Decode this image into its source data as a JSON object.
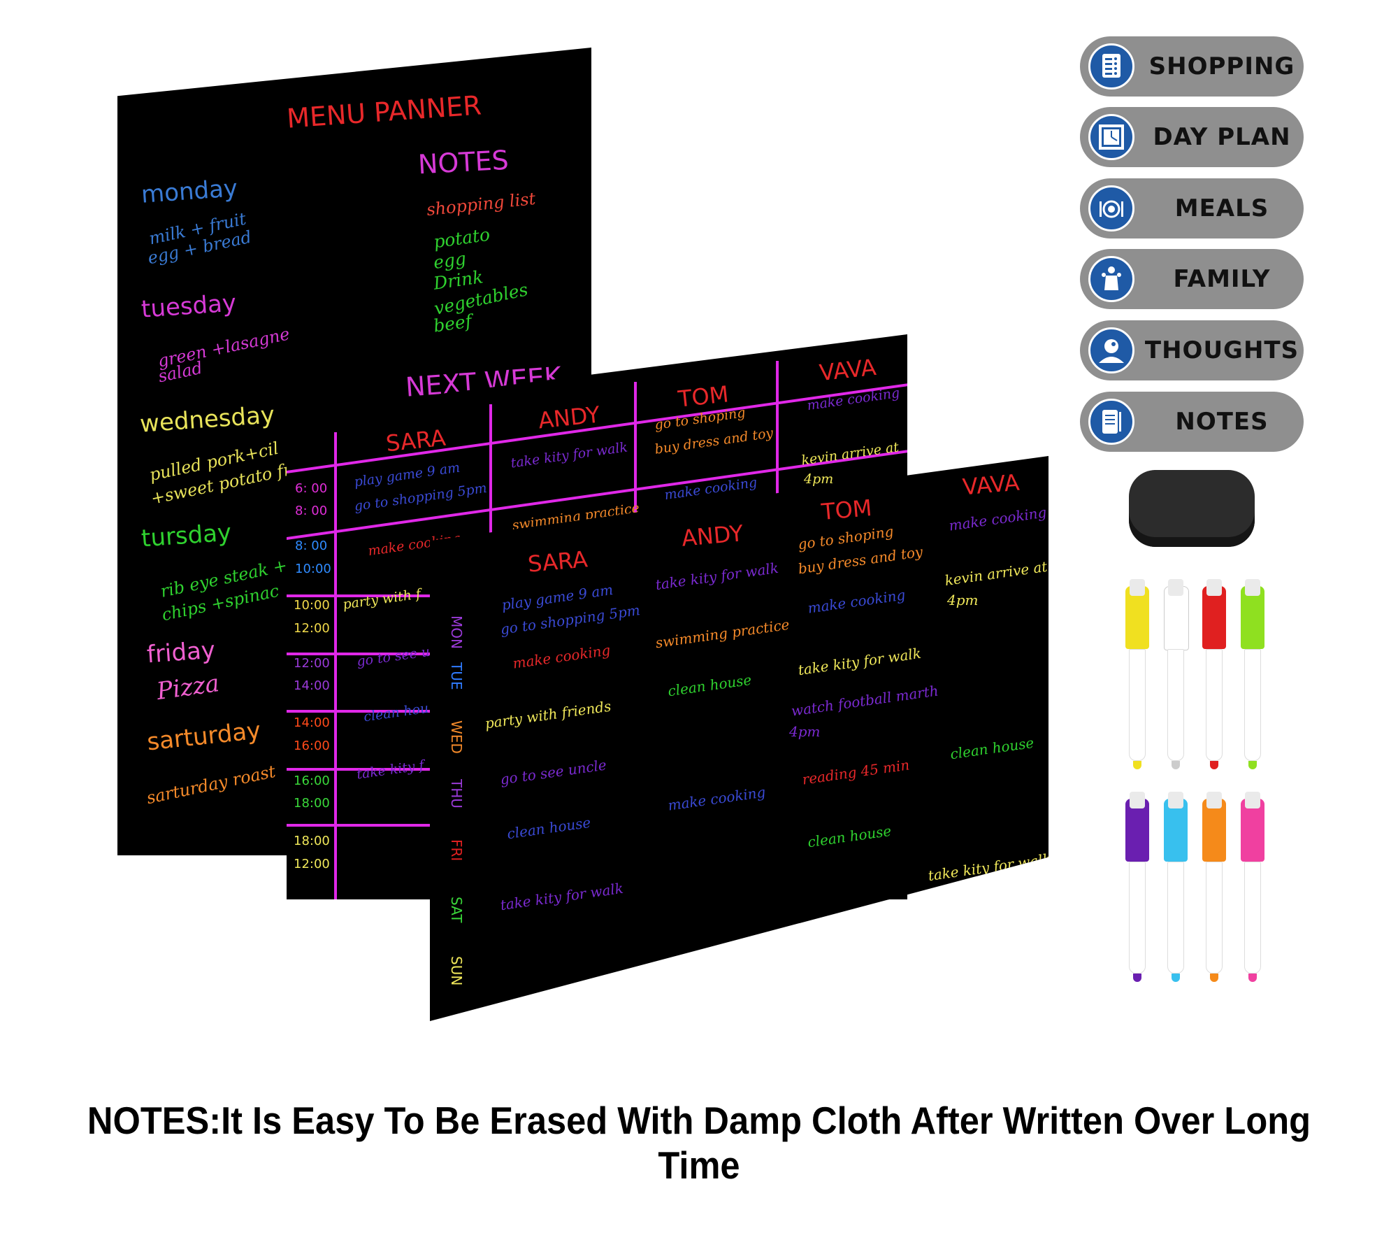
{
  "menu_board": {
    "title": "MENU PANNER",
    "days": [
      {
        "day": "monday",
        "entry": "milk + fruit",
        "entry2": "egg + bread",
        "color": "#3a7bd5"
      },
      {
        "day": "tuesday",
        "entry": "green +lasagne",
        "entry2": "salad",
        "color": "#d63ad6"
      },
      {
        "day": "wednesday",
        "entry": "pulled pork+cil",
        "entry2": "+sweet potato fr",
        "color": "#e8e35a"
      },
      {
        "day": "tursday",
        "entry": "rib eye steak +",
        "entry2": "chips +spinac",
        "color": "#2fd12f"
      },
      {
        "day": "friday",
        "entry": "Pizza",
        "entry2": "",
        "color": "#f060d0"
      },
      {
        "day": "sarturday",
        "entry": "sarturday roast",
        "entry2": "",
        "color": "#f58a2a"
      }
    ],
    "notes_title": "NOTES",
    "shopping_title": "shopping list",
    "shopping_items": [
      "potato",
      "egg",
      "Drink",
      "vegetables",
      "beef"
    ],
    "next_week": "NEXT WEEK"
  },
  "time_board": {
    "names": [
      "SARA",
      "ANDY",
      "TOM",
      "VAVA"
    ],
    "times": [
      {
        "a": "6: 00",
        "b": "8: 00",
        "color": "#e02ed8"
      },
      {
        "a": "8: 00",
        "b": "10:00",
        "color": "#2f8bff"
      },
      {
        "a": "10:00",
        "b": "12:00",
        "color": "#f0d84a"
      },
      {
        "a": "12:00",
        "b": "14:00",
        "color": "#9a3ad8"
      },
      {
        "a": "14:00",
        "b": "16:00",
        "color": "#ff4a1a"
      },
      {
        "a": "16:00",
        "b": "18:00",
        "color": "#3ad83a"
      },
      {
        "a": "18:00",
        "b": "12:00",
        "color": "#f0e85a"
      }
    ],
    "cells": {
      "sara_1a": "play game 9 am",
      "sara_1b": "go to shopping 5pm",
      "sara_2": "make cooking",
      "sara_3": "party with f",
      "sara_4": "go to see u",
      "sara_5": "clean hou",
      "sara_6": "take kity f",
      "andy_1": "take kity for walk",
      "andy_2": "swimming practice",
      "tom_1a": "go to shoping",
      "tom_1b": "buy dress and toy",
      "tom_2": "make cooking",
      "vava_1": "make cooking",
      "vava_2a": "kevin arrive at",
      "vava_2b": "4pm"
    }
  },
  "week_board": {
    "names": [
      "SARA",
      "ANDY",
      "TOM",
      "VAVA"
    ],
    "days": [
      {
        "d": "MON",
        "color": "#9a3ad8"
      },
      {
        "d": "TUE",
        "color": "#2f7bff"
      },
      {
        "d": "WED",
        "color": "#f58a2a"
      },
      {
        "d": "THU",
        "color": "#9a3ad8"
      },
      {
        "d": "FRI",
        "color": "#e02020"
      },
      {
        "d": "SAT",
        "color": "#3ad83a"
      },
      {
        "d": "SUN",
        "color": "#f0e85a"
      }
    ],
    "cells": {
      "sara_1a": "play game 9 am",
      "sara_1b": "go to shopping 5pm",
      "sara_2": "make cooking",
      "sara_3": "party with friends",
      "sara_4": "go to see uncle",
      "sara_5": "clean house",
      "sara_6": "take kity for walk",
      "andy_1": "take kity for walk",
      "andy_2": "swimming practice",
      "andy_3": "clean house",
      "andy_4": "make cooking",
      "tom_1a": "go to shoping",
      "tom_1b": "buy dress and toy",
      "tom_2": "make cooking",
      "tom_3": "take kity for walk",
      "tom_4a": "watch football marth",
      "tom_4b": "4pm",
      "tom_5": "reading 45 min",
      "tom_6": "clean house",
      "vava_1": "make cooking",
      "vava_2a": "kevin arrive at",
      "vava_2b": "4pm",
      "vava_3": "clean house",
      "vava_4": "take kity for walk"
    }
  },
  "badges": [
    {
      "label": "SHOPPING",
      "icon": "list-icon"
    },
    {
      "label": "DAY PLAN",
      "icon": "clock-icon"
    },
    {
      "label": "MEALS",
      "icon": "plate-icon"
    },
    {
      "label": "FAMILY",
      "icon": "family-icon"
    },
    {
      "label": "THOUGHTS",
      "icon": "head-icon"
    },
    {
      "label": "NOTES",
      "icon": "notepad-icon"
    }
  ],
  "markers_row1": [
    "#f0e020",
    "#ffffff",
    "#e02020",
    "#8fe020"
  ],
  "markers_row2": [
    "#6a1fb0",
    "#38c0ee",
    "#f58a1a",
    "#f040a0"
  ],
  "footnote": "NOTES:It Is Easy To Be Erased With Damp Cloth After Written Over Long Time"
}
